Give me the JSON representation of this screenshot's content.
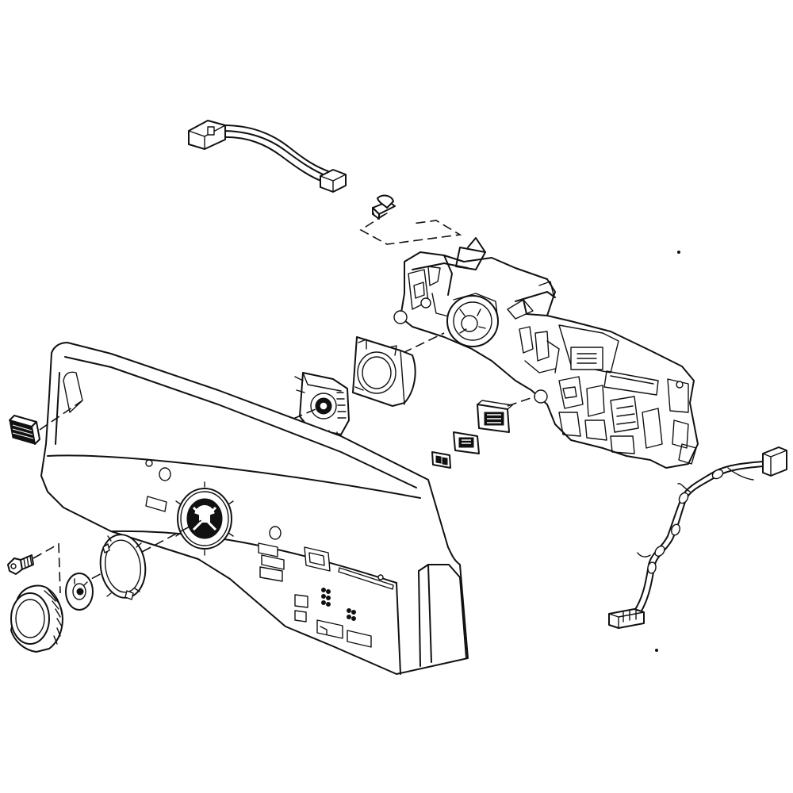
{
  "diagram": {
    "type": "exploded-parts-view",
    "parts": [
      {
        "id": "wire-harness-upper",
        "icon": "wire-harness-icon"
      },
      {
        "id": "mounting-screw-upper",
        "icon": "screw-icon"
      },
      {
        "id": "control-board-assembly",
        "icon": "circuit-board-icon"
      },
      {
        "id": "encoder-housing",
        "icon": "housing-icon"
      },
      {
        "id": "rotary-encoder",
        "icon": "encoder-icon"
      },
      {
        "id": "encoder-washer",
        "icon": "disc-icon"
      },
      {
        "id": "led-display-module",
        "icon": "display-icon"
      },
      {
        "id": "display-window",
        "icon": "window-icon"
      },
      {
        "id": "indicator-led",
        "icon": "led-icon"
      },
      {
        "id": "console-panel",
        "icon": "panel-icon"
      },
      {
        "id": "end-button",
        "icon": "button-icon"
      },
      {
        "id": "knob-trim-ring",
        "icon": "ring-icon"
      },
      {
        "id": "knob-adapter",
        "icon": "adapter-icon"
      },
      {
        "id": "knob-screw",
        "icon": "screw-icon"
      },
      {
        "id": "selector-knob",
        "icon": "knob-icon"
      },
      {
        "id": "wire-harness-lower",
        "icon": "wire-harness-icon"
      }
    ],
    "colors": {
      "line": "#111111",
      "background": "#ffffff"
    }
  }
}
